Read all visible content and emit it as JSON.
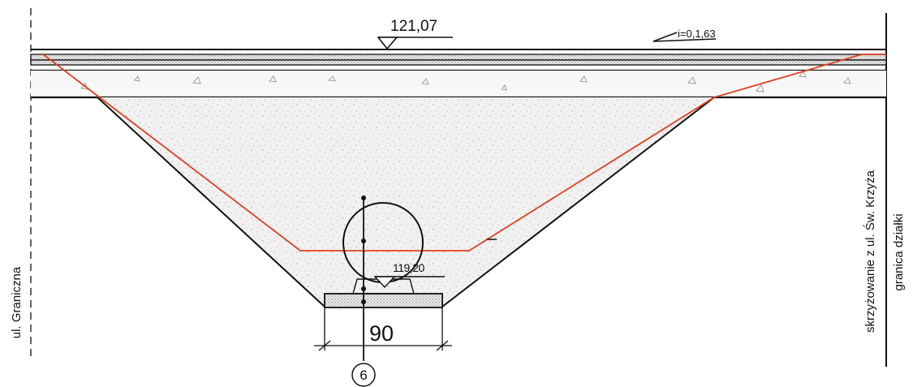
{
  "labels": {
    "top_elevation": "121,07",
    "slope": "i=0,1,63",
    "bottom_elevation": "119,20",
    "width_dimension": "90",
    "marker_number": "6",
    "left_street": "ul. Graniczna",
    "right_intersection": "skrzyżowanie z ul. Św. Krzyża",
    "right_boundary": "granica działki"
  },
  "colors": {
    "line": "#111111",
    "red_line": "#e0401c",
    "fill_stipple": "#ededed",
    "fill_pattern_dot": "#9a9a9a"
  }
}
